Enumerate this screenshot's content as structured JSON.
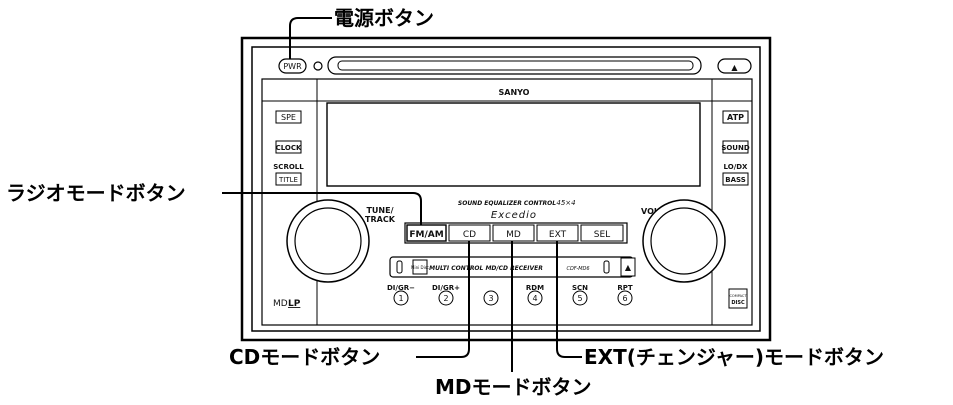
{
  "callouts": {
    "power": "電源ボタン",
    "radio": "ラジオモードボタン",
    "cd": "CDモードボタン",
    "md": "MDモードボタン",
    "ext": "EXT(チェンジャー)モードボタン"
  },
  "unit": {
    "brand": "SANYO",
    "pwr": "PWR",
    "eject": "▲",
    "left_buttons": [
      "SPE",
      "CLOCK",
      "TITLE"
    ],
    "scroll_label": "SCROLL",
    "right_buttons": [
      "ATP",
      "SOUND",
      "BASS"
    ],
    "lodx_label": "LO/DX",
    "tune_label_1": "TUNE/",
    "tune_label_2": "TRACK",
    "vol_label": "VOL",
    "sound_eq": "SOUND EQUALIZER CONTROL",
    "sound_eq_power": "45×4",
    "series": "Excedio",
    "mode_buttons": [
      "FM/AM",
      "CD",
      "MD",
      "EXT",
      "SEL"
    ],
    "mini_disc": "Mini Disc",
    "multi_control": "MULTI CONTROL MD/CD RECEIVER",
    "model": "CDF-MD6",
    "md_lp_1": "MD",
    "md_lp_2": "LP",
    "preset_tops": [
      "DI/GR−",
      "DI/GR+",
      "",
      "RDM",
      "SCN",
      "RPT"
    ],
    "presets": [
      "1",
      "2",
      "3",
      "4",
      "5",
      "6"
    ],
    "cd_logo_1": "COMPACT",
    "cd_logo_2": "DISC"
  }
}
